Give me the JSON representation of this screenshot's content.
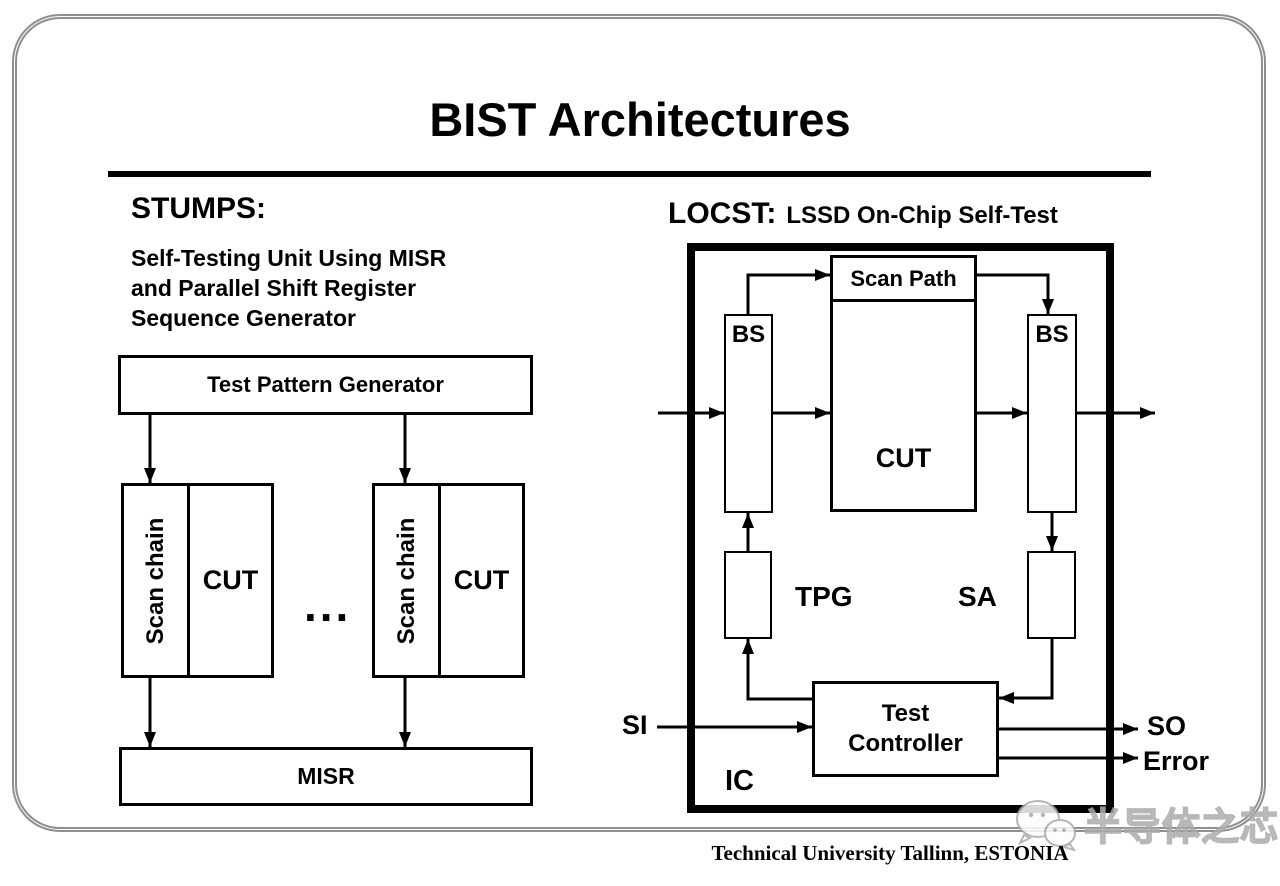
{
  "slide": {
    "title": "BIST Architectures"
  },
  "stumps": {
    "heading": "STUMPS:",
    "description": "Self-Testing Unit Using MISR\nand Parallel Shift Register\nSequence Generator",
    "tpg_box": "Test Pattern Generator",
    "scan_chain_label": "Scan chain",
    "cut_label": "CUT",
    "ellipsis": "...",
    "misr_box": "MISR"
  },
  "locst": {
    "heading": "LOCST:",
    "subtitle": "LSSD On-Chip Self-Test",
    "scan_path_box": "Scan Path",
    "cut_label": "CUT",
    "bs_left_label": "BS",
    "bs_right_label": "BS",
    "tpg_label": "TPG",
    "sa_label": "SA",
    "test_controller_box": "Test\nController",
    "ic_label": "IC",
    "si_label": "SI",
    "so_label": "SO",
    "error_label": "Error"
  },
  "footer": {
    "text": "Technical University Tallinn, ESTONIA"
  },
  "watermark": {
    "text": "半导体之芯"
  },
  "colors": {
    "ink": "#000000",
    "frame_gray": "#8f8f8f",
    "watermark_gray": "#ababab"
  }
}
